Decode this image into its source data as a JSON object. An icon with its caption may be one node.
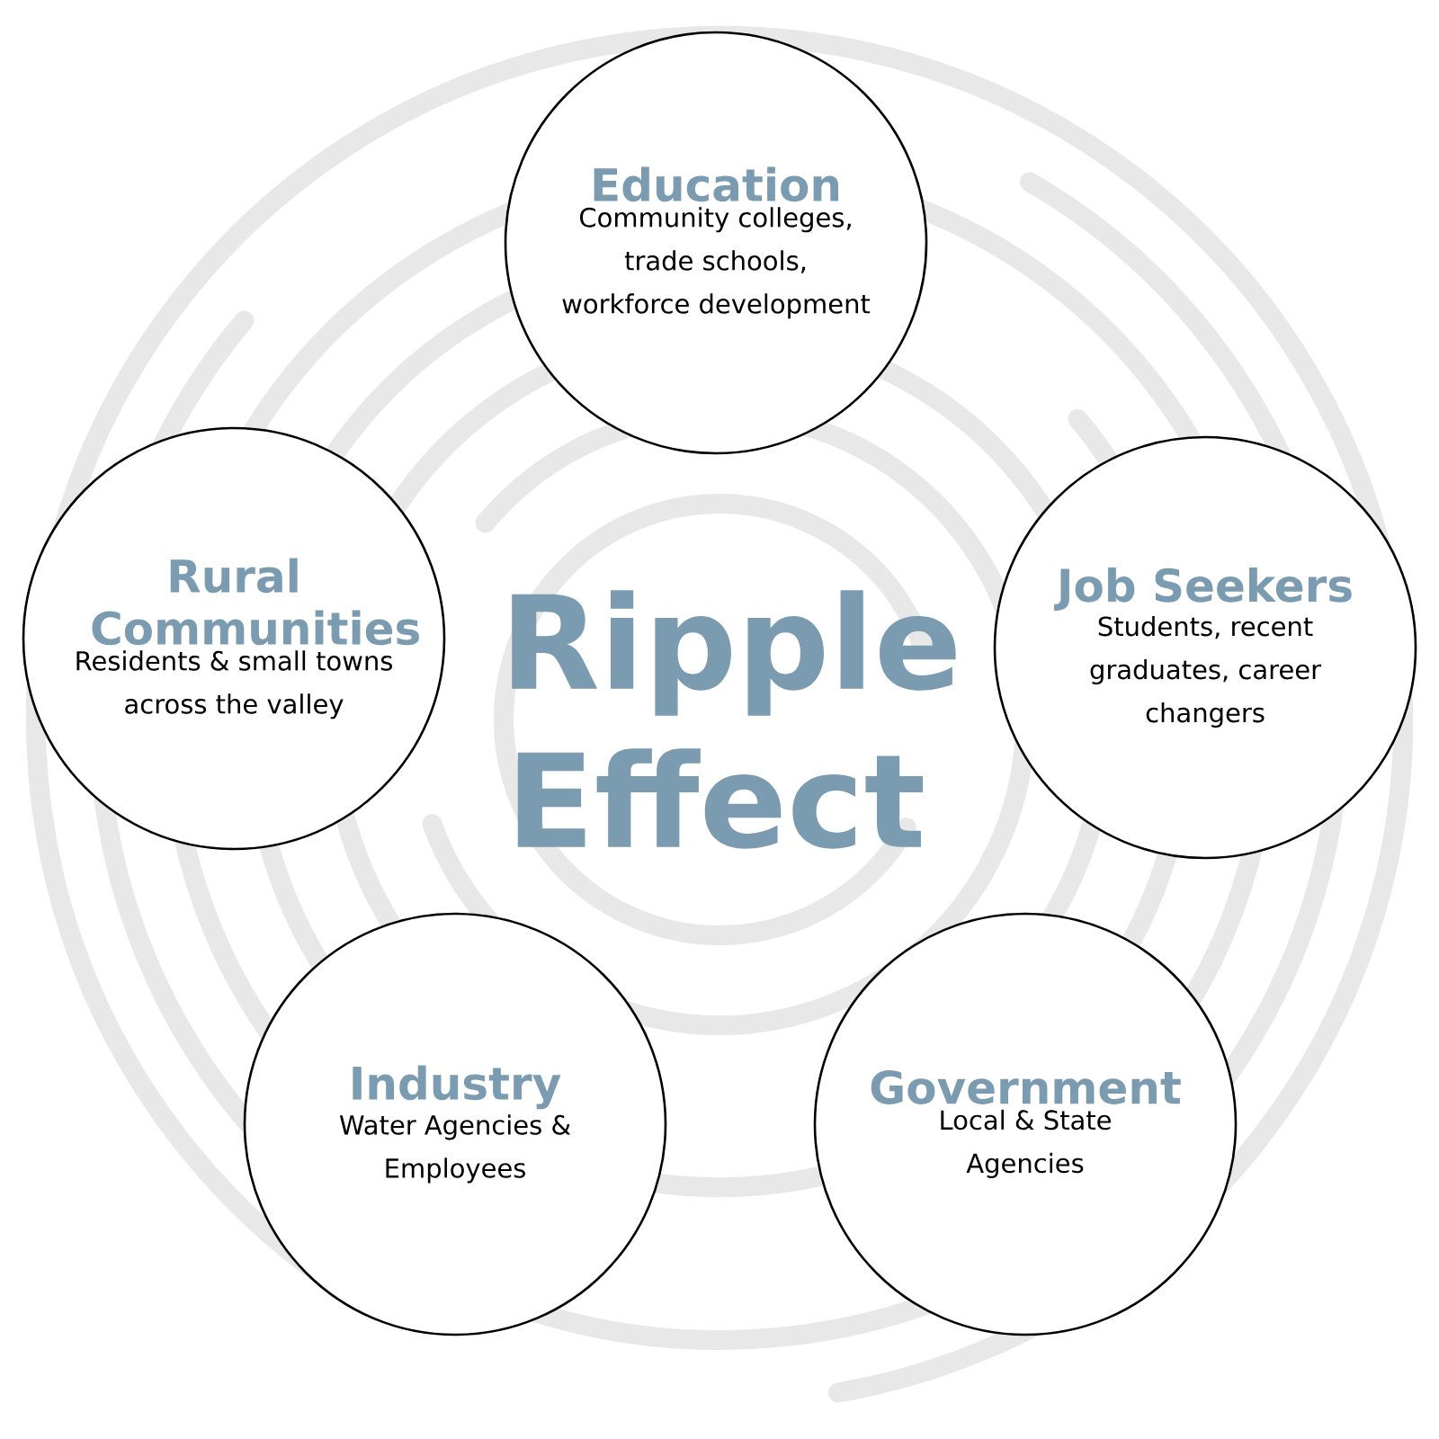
{
  "diagram": {
    "title": "Ripple Effect",
    "nodes": [
      {
        "text": [
          "Education",
          "Community colleges, trade schools, workforce development"
        ]
      },
      {
        "text": [
          "Job Seekers",
          "Students, recent graduates, career changers"
        ]
      },
      {
        "text": [
          "Government",
          "Local & State Agencies"
        ]
      },
      {
        "text": [
          "Industry",
          "Water Agencies & Employees"
        ]
      },
      {
        "text": [
          "Rural Communities",
          "Residents & small towns across the valley"
        ]
      }
    ]
  }
}
